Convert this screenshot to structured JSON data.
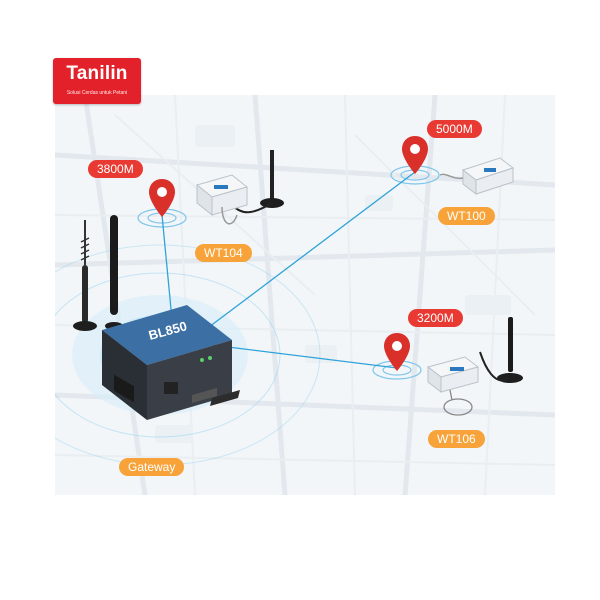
{
  "logo": {
    "brand": "Tanilin",
    "tagline": "Solusi Cerdas untuk Petani",
    "color": "#e3212a"
  },
  "gateway": {
    "label": "Gateway",
    "model_text": "BL850"
  },
  "nodes": [
    {
      "id": "wt104",
      "model": "WT104",
      "distance": "3800M"
    },
    {
      "id": "wt100",
      "model": "WT100",
      "distance": "5000M"
    },
    {
      "id": "wt106",
      "model": "WT106",
      "distance": "3200M"
    }
  ],
  "colors": {
    "distance_pill": "#e83a32",
    "model_pill": "#f7a33a",
    "link_line": "#2ea3d9",
    "pin": "#d9302a",
    "radio_ring": "#7fc6ec"
  }
}
